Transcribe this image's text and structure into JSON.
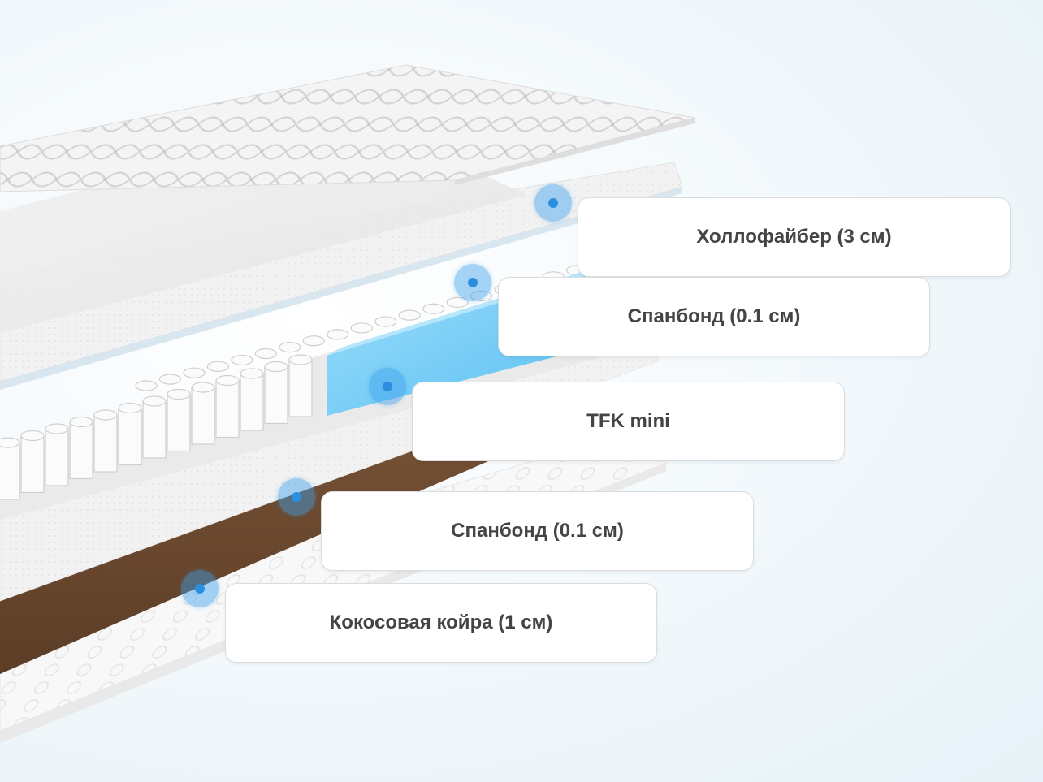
{
  "layers": [
    {
      "id": "hollofiber",
      "label": "Холлофайбер (3 см)"
    },
    {
      "id": "spunbond-top",
      "label": "Спанбонд (0.1 см)"
    },
    {
      "id": "tfk-mini",
      "label": "TFK mini"
    },
    {
      "id": "spunbond-bottom",
      "label": "Спанбонд (0.1 см)"
    },
    {
      "id": "coconut-coir",
      "label": "Кокосовая койра (1 см)"
    }
  ],
  "colors": {
    "marker": "#2b8fe0",
    "foam_block": "#7fd0f7",
    "coir": "#6e4a2f",
    "cover": "#f6f6f6",
    "label_text": "#444444"
  }
}
